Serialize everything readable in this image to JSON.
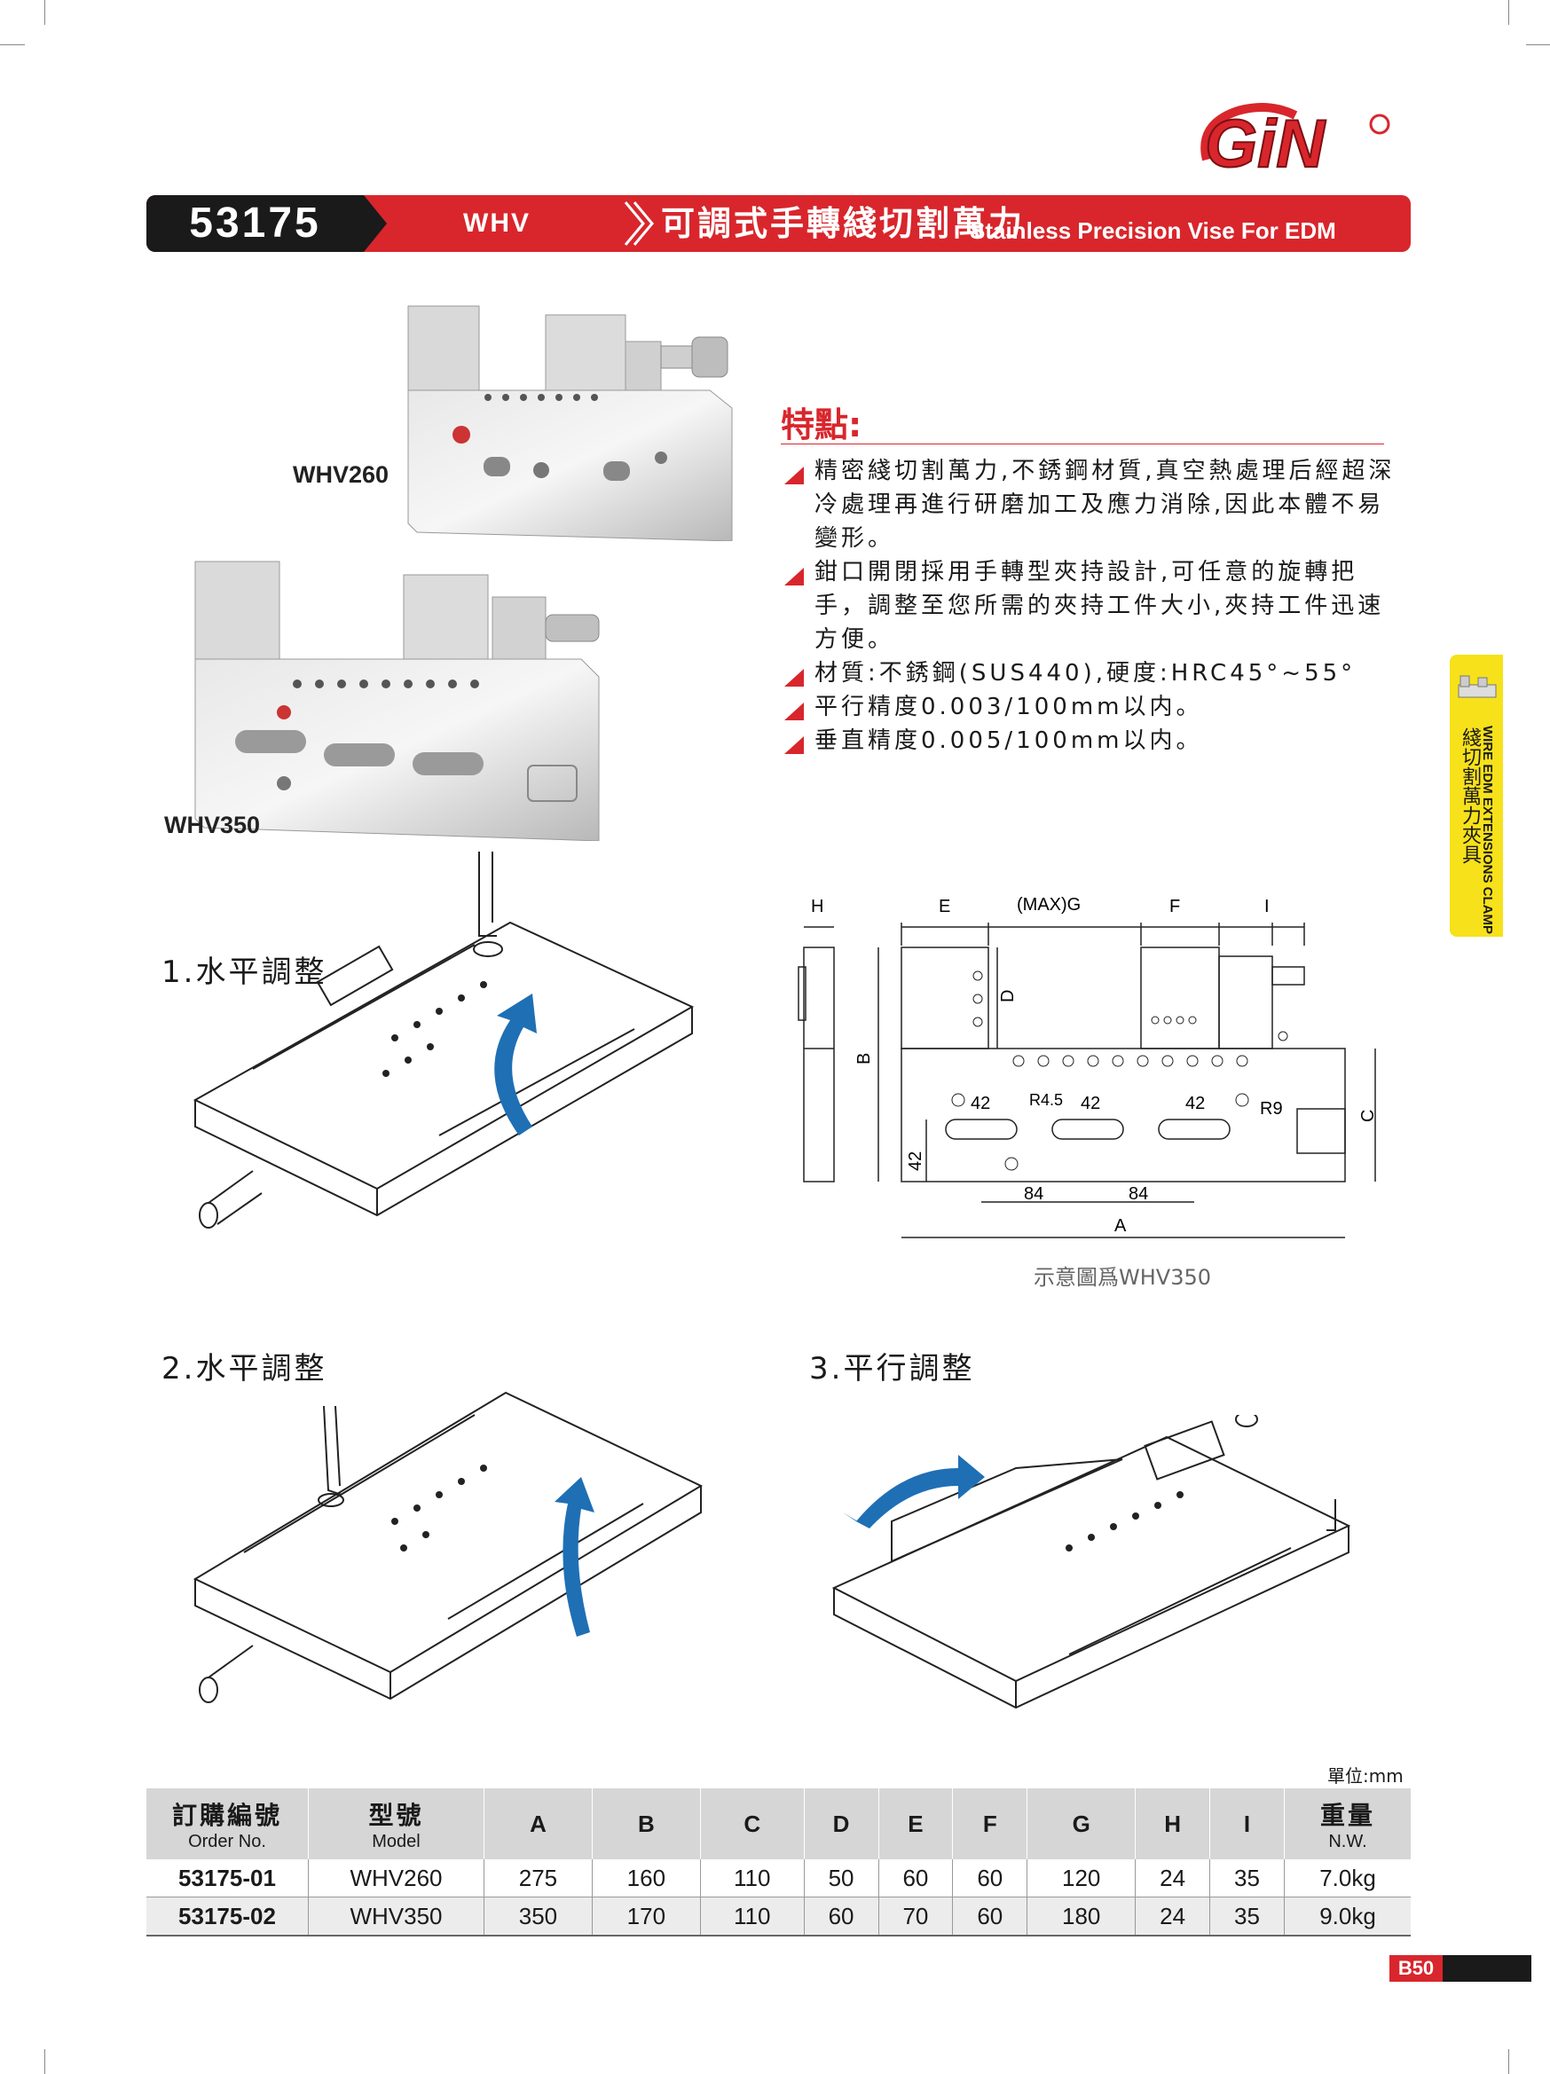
{
  "brand": {
    "logo_text": "GiN"
  },
  "header": {
    "code": "53175",
    "series": "WHV",
    "title_cn": "可調式手轉綫切割萬力",
    "title_en": "Stainless Precision Vise For EDM"
  },
  "products": [
    {
      "label": "WHV260"
    },
    {
      "label": "WHV350"
    }
  ],
  "features": {
    "title": "特點:",
    "items": [
      "精密綫切割萬力,不銹鋼材質,真空熱處理后經超深冷處理再進行研磨加工及應力消除,因此本體不易變形。",
      "鉗口開閉採用手轉型夾持設計,可任意的旋轉把手，調整至您所需的夾持工件大小,夾持工件迅速方便。",
      "材質:不銹鋼(SUS440),硬度:HRC45°~55°",
      "平行精度0.003/100mm以内。",
      "垂直精度0.005/100mm以内。"
    ]
  },
  "side_tab": {
    "en": "WIRE EDM EXTENSIONS CLAMP",
    "cn": "綫切割萬力夾具"
  },
  "steps": [
    {
      "label": "1.水平調整"
    },
    {
      "label": "2.水平調整"
    },
    {
      "label": "3.平行調整"
    }
  ],
  "drawing": {
    "caption": "示意圖爲WHV350",
    "dims": {
      "H": "H",
      "E": "E",
      "G": "(MAX)G",
      "F": "F",
      "I": "I",
      "D": "D",
      "B": "B",
      "C": "C",
      "A": "A",
      "d42a": "42",
      "d42b": "42",
      "d42c": "42",
      "d42v": "42",
      "r45": "R4.5",
      "r9": "R9",
      "d84a": "84",
      "d84b": "84"
    }
  },
  "table": {
    "unit": "單位:mm",
    "headers": [
      {
        "cn": "訂購編號",
        "en": "Order No."
      },
      {
        "cn": "型號",
        "en": "Model"
      },
      {
        "cn": "A"
      },
      {
        "cn": "B"
      },
      {
        "cn": "C"
      },
      {
        "cn": "D"
      },
      {
        "cn": "E"
      },
      {
        "cn": "F"
      },
      {
        "cn": "G"
      },
      {
        "cn": "H"
      },
      {
        "cn": "I"
      },
      {
        "cn": "重量",
        "en": "N.W."
      }
    ],
    "rows": [
      [
        "53175-01",
        "WHV260",
        "275",
        "160",
        "110",
        "50",
        "60",
        "60",
        "120",
        "24",
        "35",
        "7.0kg"
      ],
      [
        "53175-02",
        "WHV350",
        "350",
        "170",
        "110",
        "60",
        "70",
        "60",
        "180",
        "24",
        "35",
        "9.0kg"
      ]
    ]
  },
  "page": {
    "number": "B50"
  },
  "colors": {
    "brand_red": "#d8262c",
    "tab_yellow": "#f7e11a",
    "dark": "#1a1a1a",
    "arrow_blue": "#1f6fb5"
  }
}
